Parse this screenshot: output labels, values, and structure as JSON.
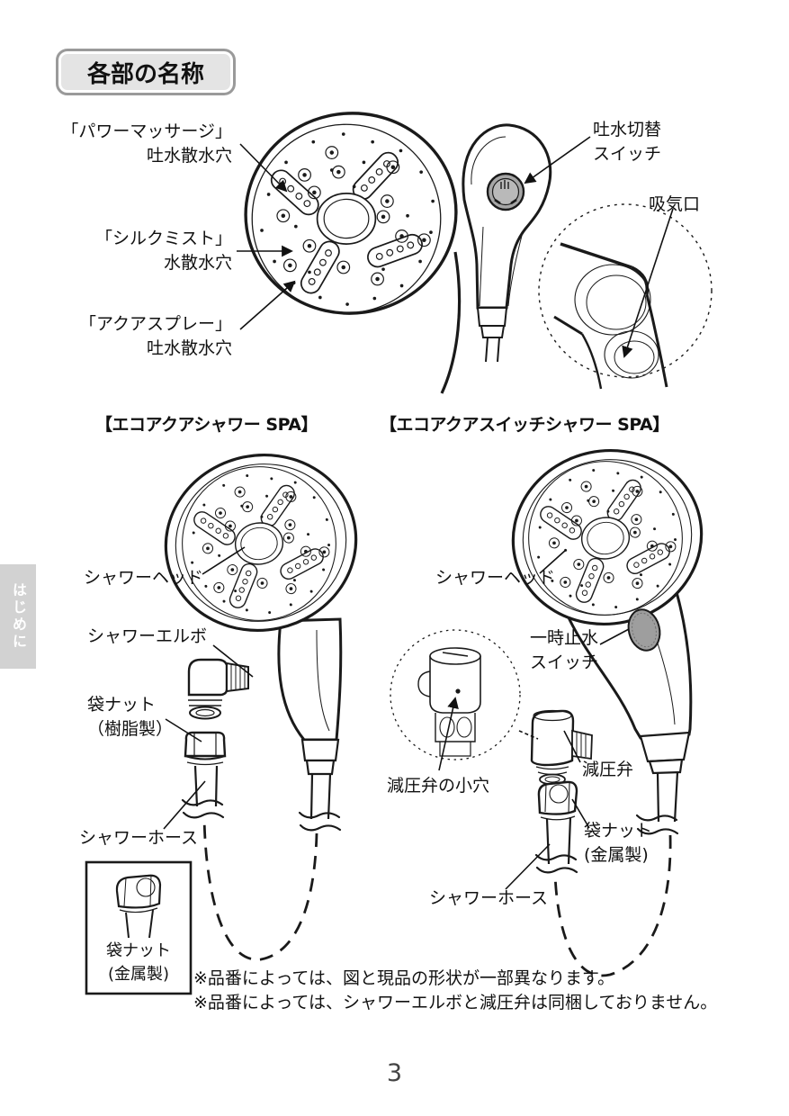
{
  "page": {
    "title": "各部の名称",
    "sidebar_tab": "はじめに",
    "page_number": "3"
  },
  "top_diagram": {
    "power_massage_line1": "「パワーマッサージ」",
    "power_massage_line2": "吐水散水穴",
    "silk_mist_line1": "「シルクミスト」",
    "silk_mist_line2": "水散水穴",
    "aqua_spray_line1": "「アクアスプレー」",
    "aqua_spray_line2": "吐水散水穴",
    "switch_line1": "吐水切替",
    "switch_line2": "スイッチ",
    "intake_label": "吸気口"
  },
  "left_product": {
    "heading": "【エコアクアシャワー SPA】",
    "head_label": "シャワーヘッド",
    "elbow_label": "シャワーエルボ",
    "nut_line1": "袋ナット",
    "nut_line2": "（樹脂製）",
    "hose_label": "シャワーホース",
    "boxed_nut_line1": "袋ナット",
    "boxed_nut_line2": "(金属製)"
  },
  "right_product": {
    "heading": "【エコアクアスイッチシャワー SPA】",
    "head_label": "シャワーヘッド",
    "pause_switch_line1": "一時止水",
    "pause_switch_line2": "スイッチ",
    "valve_hole_label": "減圧弁の小穴",
    "valve_label": "減圧弁",
    "nut_line1": "袋ナット",
    "nut_line2": "(金属製)",
    "hose_label": "シャワーホース"
  },
  "footnotes": {
    "line1": "※品番によっては、図と現品の形状が一部異なります。",
    "line2": "※品番によっては、シャワーエルボと減圧弁は同梱しておりません。"
  },
  "colors": {
    "switch_gray": "#a6a6a6",
    "tab_gray": "#d2d2d2"
  }
}
